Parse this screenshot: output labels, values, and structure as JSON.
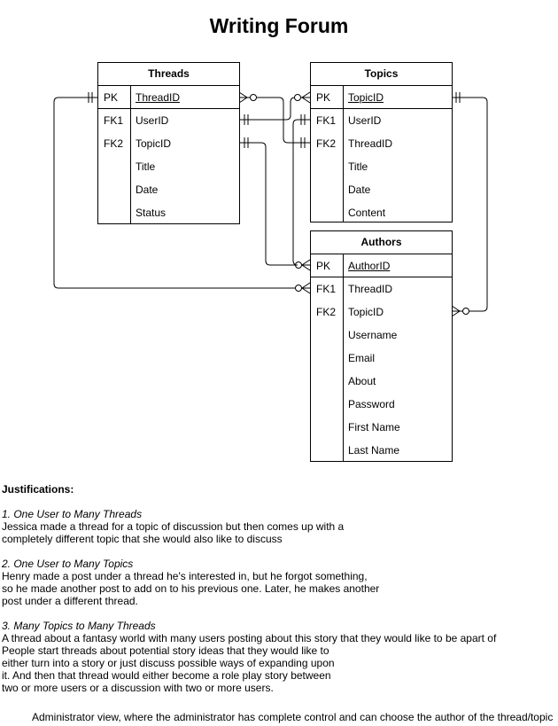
{
  "title": "Writing Forum",
  "entities": {
    "threads": {
      "name": "Threads",
      "pk": {
        "key": "PK",
        "field": "ThreadID"
      },
      "rows": [
        {
          "key": "FK1",
          "field": "UserID"
        },
        {
          "key": "FK2",
          "field": "TopicID"
        },
        {
          "key": "",
          "field": "Title"
        },
        {
          "key": "",
          "field": "Date"
        },
        {
          "key": "",
          "field": "Status"
        }
      ]
    },
    "topics": {
      "name": "Topics",
      "pk": {
        "key": "PK",
        "field": "TopicID"
      },
      "rows": [
        {
          "key": "FK1",
          "field": "UserID"
        },
        {
          "key": "FK2",
          "field": "ThreadID"
        },
        {
          "key": "",
          "field": "Title"
        },
        {
          "key": "",
          "field": "Date"
        },
        {
          "key": "",
          "field": "Content"
        }
      ]
    },
    "authors": {
      "name": "Authors",
      "pk": {
        "key": "PK",
        "field": "AuthorID"
      },
      "rows": [
        {
          "key": "FK1",
          "field": "ThreadID"
        },
        {
          "key": "FK2",
          "field": "TopicID"
        },
        {
          "key": "",
          "field": "Username"
        },
        {
          "key": "",
          "field": "Email"
        },
        {
          "key": "",
          "field": "About"
        },
        {
          "key": "",
          "field": "Password"
        },
        {
          "key": "",
          "field": "First Name"
        },
        {
          "key": "",
          "field": "Last Name"
        }
      ]
    }
  },
  "justifications": {
    "heading": "Justifications:",
    "items": [
      {
        "title": "1. One User to Many Threads",
        "lines": [
          "Jessica made a thread for a topic of discussion but then comes up with a",
          "completely different topic that she would also like to discuss"
        ]
      },
      {
        "title": "2. One User to Many Topics",
        "lines": [
          "Henry made a post under a thread he's interested in, but he forgot something,",
          "so he made another post to add on to his previous one. Later, he makes another",
          "post under a different thread."
        ]
      },
      {
        "title": "3. Many Topics to Many Threads",
        "lines": [
          "A thread about a fantasy world with many users posting about this story that they would like to be apart of",
          "People start threads about potential story ideas that they would like to",
          "either turn into a story or just discuss possible ways of expanding upon",
          "it. And then that thread would either become a role play story between",
          "two or more users or a discussion with two or more users."
        ]
      }
    ]
  },
  "footer": "Administrator view, where the administrator has complete control and can choose the author of the thread/topic"
}
